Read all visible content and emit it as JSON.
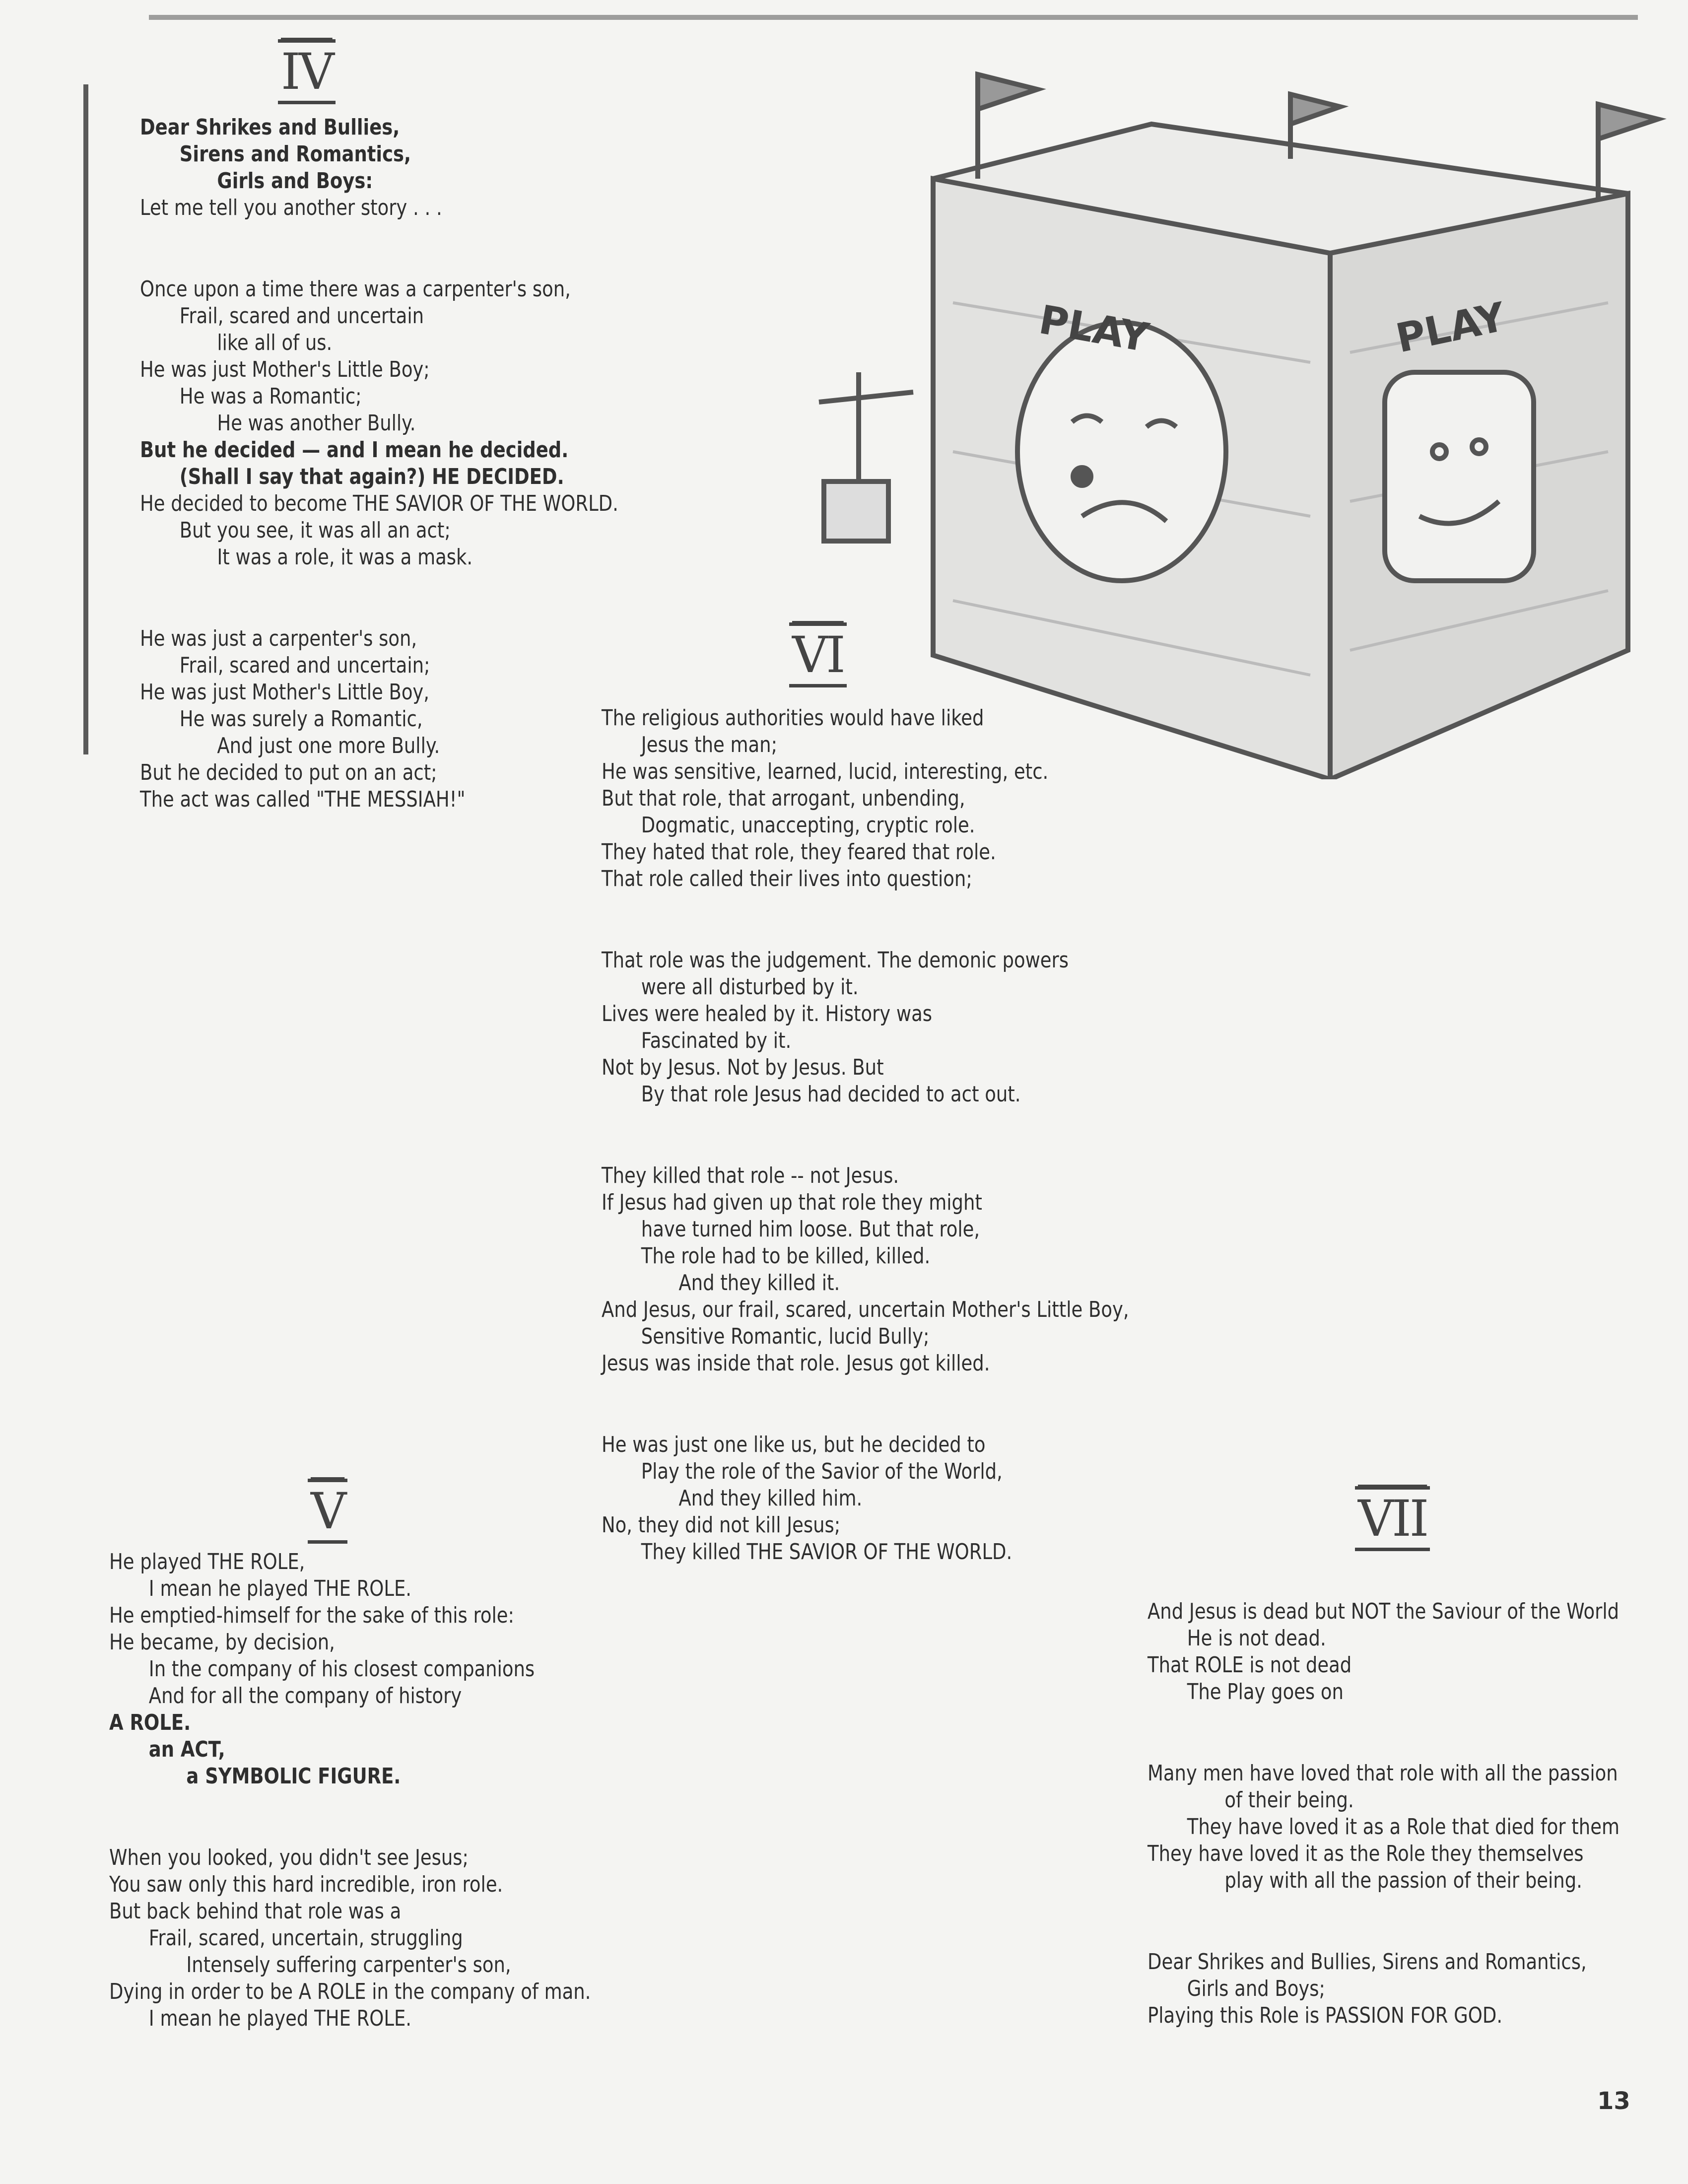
{
  "illustration": {
    "sign_left": "PLAY",
    "sign_right": "PLAY"
  },
  "sections": {
    "iv": {
      "numeral": "IV",
      "stanzas": [
        [
          {
            "t": "Dear Shrikes and Bullies,",
            "b": true,
            "ind": 0
          },
          {
            "t": "Sirens and Romantics,",
            "b": true,
            "ind": 1
          },
          {
            "t": "Girls and Boys:",
            "b": true,
            "ind": 2
          },
          {
            "t": "Let me tell you another story . . .",
            "b": false,
            "ind": 0
          }
        ],
        [
          {
            "t": "Once upon a time there was a carpenter's son,",
            "b": false,
            "ind": 0
          },
          {
            "t": "Frail, scared and uncertain",
            "b": false,
            "ind": 1
          },
          {
            "t": "like all of us.",
            "b": false,
            "ind": 2
          },
          {
            "t": "He was just Mother's Little Boy;",
            "b": false,
            "ind": 0
          },
          {
            "t": "He was a Romantic;",
            "b": false,
            "ind": 1
          },
          {
            "t": "He was another Bully.",
            "b": false,
            "ind": 2
          },
          {
            "t": "But he decided — and I mean he decided.",
            "b": true,
            "ind": 0
          },
          {
            "t": "(Shall I say that again?) HE DECIDED.",
            "b": true,
            "ind": 1
          },
          {
            "t": "He decided to become THE SAVIOR OF THE WORLD.",
            "b": false,
            "ind": 0
          },
          {
            "t": "But you see, it was all an act;",
            "b": false,
            "ind": 1
          },
          {
            "t": "It was a role, it was a mask.",
            "b": false,
            "ind": 2
          }
        ],
        [
          {
            "t": "He was just a carpenter's son,",
            "b": false,
            "ind": 0
          },
          {
            "t": "Frail, scared and uncertain;",
            "b": false,
            "ind": 1
          },
          {
            "t": "He was just Mother's Little Boy,",
            "b": false,
            "ind": 0
          },
          {
            "t": "He was surely a Romantic,",
            "b": false,
            "ind": 1
          },
          {
            "t": "And just one more Bully.",
            "b": false,
            "ind": 2
          },
          {
            "t": "But he decided to put on an act;",
            "b": false,
            "ind": 0
          },
          {
            "t": "The act was called \"THE MESSIAH!\"",
            "b": false,
            "ind": 0
          }
        ]
      ]
    },
    "v": {
      "numeral": "V",
      "stanzas": [
        [
          {
            "t": "He played THE ROLE,",
            "b": false,
            "ind": 0
          },
          {
            "t": "I mean he played  THE ROLE.",
            "b": false,
            "ind": 1
          },
          {
            "t": "He emptied-himself for the sake of this role:",
            "b": false,
            "ind": 0
          },
          {
            "t": "He became, by decision,",
            "b": false,
            "ind": 0
          },
          {
            "t": "In the company of his closest companions",
            "b": false,
            "ind": 1
          },
          {
            "t": "And for all the company of history",
            "b": false,
            "ind": 1
          },
          {
            "t": "A ROLE.",
            "b": true,
            "ind": 0
          },
          {
            "t": "an ACT,",
            "b": true,
            "ind": 1
          },
          {
            "t": "a SYMBOLIC FIGURE.",
            "b": true,
            "ind": 2
          }
        ],
        [
          {
            "t": "When you looked, you didn't see Jesus;",
            "b": false,
            "ind": 0
          },
          {
            "t": "You saw only this hard  incredible, iron role.",
            "b": false,
            "ind": 0
          },
          {
            "t": "But back behind that role was a",
            "b": false,
            "ind": 0
          },
          {
            "t": "Frail, scared, uncertain, struggling",
            "b": false,
            "ind": 1
          },
          {
            "t": "Intensely suffering carpenter's son,",
            "b": false,
            "ind": 2
          },
          {
            "t": "Dying in order to be A ROLE in the company of man.",
            "b": false,
            "ind": 0
          },
          {
            "t": "I mean he played THE ROLE.",
            "b": false,
            "ind": 1
          }
        ]
      ]
    },
    "vi": {
      "numeral": "VI",
      "stanzas": [
        [
          {
            "t": "The religious authorities would have liked",
            "b": false,
            "ind": 0
          },
          {
            "t": "Jesus the man;",
            "b": false,
            "ind": 1
          },
          {
            "t": "He was sensitive, learned, lucid, interesting, etc.",
            "b": false,
            "ind": 0
          },
          {
            "t": "But that role, that arrogant, unbending,",
            "b": false,
            "ind": 0
          },
          {
            "t": "Dogmatic, unaccepting, cryptic role.",
            "b": false,
            "ind": 1
          },
          {
            "t": "They hated that role, they feared that role.",
            "b": false,
            "ind": 0
          },
          {
            "t": "That role called their lives into question;",
            "b": false,
            "ind": 0
          }
        ],
        [
          {
            "t": "That role was the judgement. The demonic powers",
            "b": false,
            "ind": 0
          },
          {
            "t": "were all disturbed by it.",
            "b": false,
            "ind": 1
          },
          {
            "t": "Lives were healed by it.  History was",
            "b": false,
            "ind": 0
          },
          {
            "t": "Fascinated by it.",
            "b": false,
            "ind": 1
          },
          {
            "t": "Not by Jesus.  Not by Jesus.  But",
            "b": false,
            "ind": 0
          },
          {
            "t": "By that role Jesus had decided to act out.",
            "b": false,
            "ind": 1
          }
        ],
        [
          {
            "t": "They killed that role -- not Jesus.",
            "b": false,
            "ind": 0
          },
          {
            "t": "If Jesus had given up that role they might",
            "b": false,
            "ind": 0
          },
          {
            "t": "have turned him loose.  But that role,",
            "b": false,
            "ind": 1
          },
          {
            "t": "The role had to be killed, killed.",
            "b": false,
            "ind": 1
          },
          {
            "t": "And they killed it.",
            "b": false,
            "ind": 2
          },
          {
            "t": "And Jesus, our frail, scared, uncertain Mother's Little Boy,",
            "b": false,
            "ind": 0
          },
          {
            "t": "Sensitive Romantic, lucid Bully;",
            "b": false,
            "ind": 1
          },
          {
            "t": "Jesus was inside that role.  Jesus got killed.",
            "b": false,
            "ind": 0
          }
        ],
        [
          {
            "t": "He was just one like us, but he decided to",
            "b": false,
            "ind": 0
          },
          {
            "t": "Play the role of the Savior of the World,",
            "b": false,
            "ind": 1
          },
          {
            "t": "And they killed him.",
            "b": false,
            "ind": 2
          },
          {
            "t": "No, they did not kill Jesus;",
            "b": false,
            "ind": 0
          },
          {
            "t": "They killed THE SAVIOR OF THE WORLD.",
            "b": false,
            "ind": 1
          }
        ]
      ]
    },
    "vii": {
      "numeral": "VII",
      "stanzas": [
        [
          {
            "t": "And Jesus is dead but NOT the Saviour of the World",
            "b": false,
            "ind": 0
          },
          {
            "t": "He is not dead.",
            "b": false,
            "ind": 1
          },
          {
            "t": "That ROLE is not dead",
            "b": false,
            "ind": 0
          },
          {
            "t": "The Play goes on",
            "b": false,
            "ind": 1
          }
        ],
        [
          {
            "t": "Many men have loved that role with all the passion",
            "b": false,
            "ind": 0
          },
          {
            "t": "of their being.",
            "b": false,
            "ind": 2
          },
          {
            "t": "They have loved it as a Role that died for them",
            "b": false,
            "ind": 1
          },
          {
            "t": "They have loved it as the Role they themselves",
            "b": false,
            "ind": 0
          },
          {
            "t": "play with all the passion of their being.",
            "b": false,
            "ind": 2
          }
        ],
        [
          {
            "t": "Dear Shrikes and Bullies, Sirens and Romantics,",
            "b": false,
            "ind": 0
          },
          {
            "t": "Girls and Boys;",
            "b": false,
            "ind": 1
          },
          {
            "t": "Playing this Role is PASSION FOR GOD.",
            "b": false,
            "ind": 0
          }
        ]
      ]
    }
  },
  "page_number": "13"
}
